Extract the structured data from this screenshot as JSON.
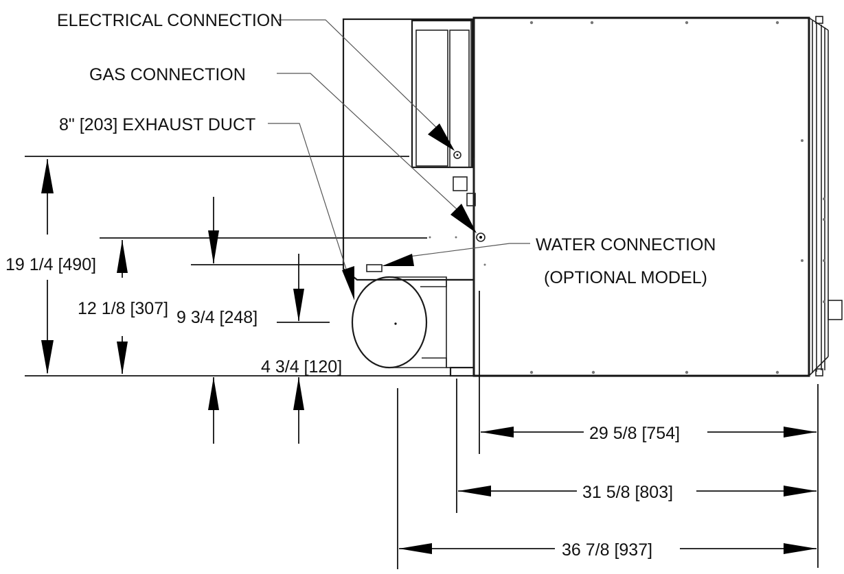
{
  "callouts": {
    "electrical": "ELECTRICAL CONNECTION",
    "gas": "GAS CONNECTION",
    "exhaust": "8\" [203] EXHAUST DUCT",
    "water_line1": "WATER CONNECTION",
    "water_line2": "(OPTIONAL MODEL)"
  },
  "dimensions": {
    "height_total": "19 1/4 [490]",
    "height_gas": "12 1/8 [307]",
    "height_exhaust_top": "9 3/4 [248]",
    "height_exhaust_center": "4 3/4 [120]",
    "width_body": "29 5/8 [754]",
    "width_with_panel": "31 5/8 [803]",
    "width_overall": "36 7/8 [937]"
  }
}
